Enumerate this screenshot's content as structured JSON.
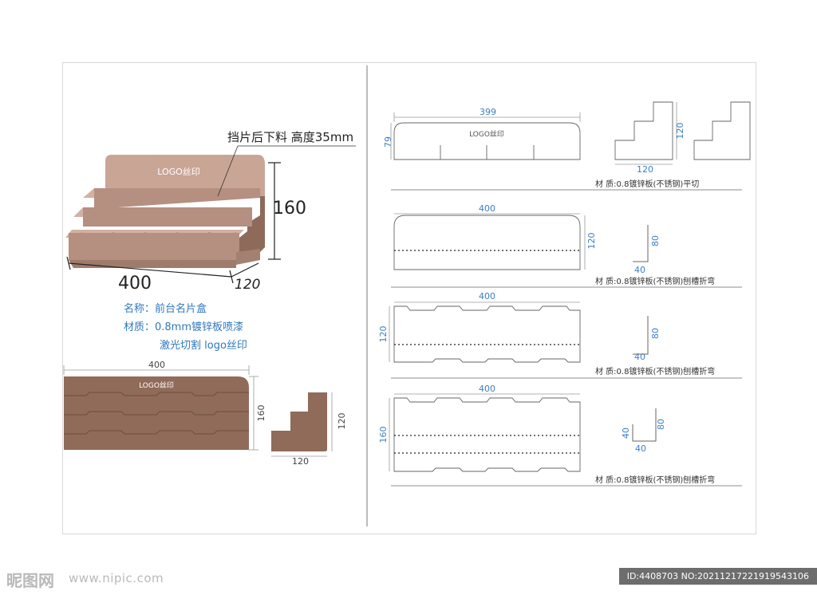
{
  "colors": {
    "box_main": "#b58f80",
    "box_light": "#d2b1a3",
    "box_dark": "#8e6a5b",
    "flat_fill": "#916b59",
    "dim_blue": "#3b7fc4",
    "dim_gray": "#444444",
    "line_gray": "#9a9a9a",
    "info_blue": "#2f78bf"
  },
  "perspective": {
    "logo": "LOGO丝印",
    "callout": "挡片后下料 高度35mm",
    "height_dim": "160",
    "width_dim": "400",
    "depth_dim": "120"
  },
  "product_info": {
    "name_line": "名称：前台名片盒",
    "material_line": "材质：0.8mm镀锌板喷漆",
    "process_line": "激光切割 logo丝印"
  },
  "flat_view": {
    "logo": "LOGO丝印",
    "width_dim": "400",
    "height_dim": "160",
    "side_height_dim": "120",
    "side_width_dim": "120"
  },
  "part1": {
    "width_dim": "399",
    "height_dim": "79",
    "logo": "LOGO丝印",
    "side_width_dim": "120",
    "side_height_dim": "120",
    "material": "材 质:0.8镀锌板(不锈钢)平切"
  },
  "part2": {
    "width_dim": "400",
    "height_dim": "120",
    "profile_h": "80",
    "profile_w": "40",
    "material": "材 质:0.8镀锌板(不锈钢)刨槽折弯"
  },
  "part3": {
    "width_dim": "400",
    "height_dim": "120",
    "profile_h": "80",
    "profile_w": "40",
    "material": "材 质:0.8镀锌板(不锈钢)刨槽折弯"
  },
  "part4": {
    "width_dim": "400",
    "height_dim": "160",
    "profile_h": "80",
    "profile_w": "40",
    "profile_w2": "40",
    "material": "材 质:0.8镀锌板(不锈钢)刨槽折弯"
  },
  "watermark": {
    "logo": "昵图网",
    "site": "www.nipic.com",
    "id": "ID:4408703 NO:20211217221919543106"
  }
}
